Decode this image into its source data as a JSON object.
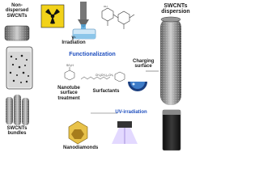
{
  "labels": {
    "non_dispersed": "Non-dispersed SWCNTs",
    "swcnts_bundles": "SWCNTs bundles",
    "gamma_irradiation": "γ-Irradiation",
    "functionalization": "Functionalization",
    "nanotube_treatment": "Nanotube surface treatment",
    "surfactants": "Surfactants",
    "nanodiamonds": "Nanodiamonds",
    "uv_irradiation": "UV-irradiation",
    "charging_surface": "Charging surface",
    "swcnts_dispersion": "SWCNTs dispersion"
  },
  "colors": {
    "blue_text": "#1f4fbf",
    "hazard_yellow": "#f2d21a",
    "vial_dark": "#1b1b1b",
    "tube_gray": "#7a7a7a",
    "beam_blue": "#4fa7e0"
  },
  "icons": [
    "radiation-hazard-icon",
    "gamma-irradiation-apparatus-icon",
    "polymer-structure-icon",
    "sulfonate-molecule-icon",
    "surfactant-molecule-icon",
    "charging-sphere-icon",
    "nanodiamond-icon",
    "uv-lamp-icon",
    "nanotube-bundle-icon",
    "nanotube-dispersion-icon"
  ]
}
